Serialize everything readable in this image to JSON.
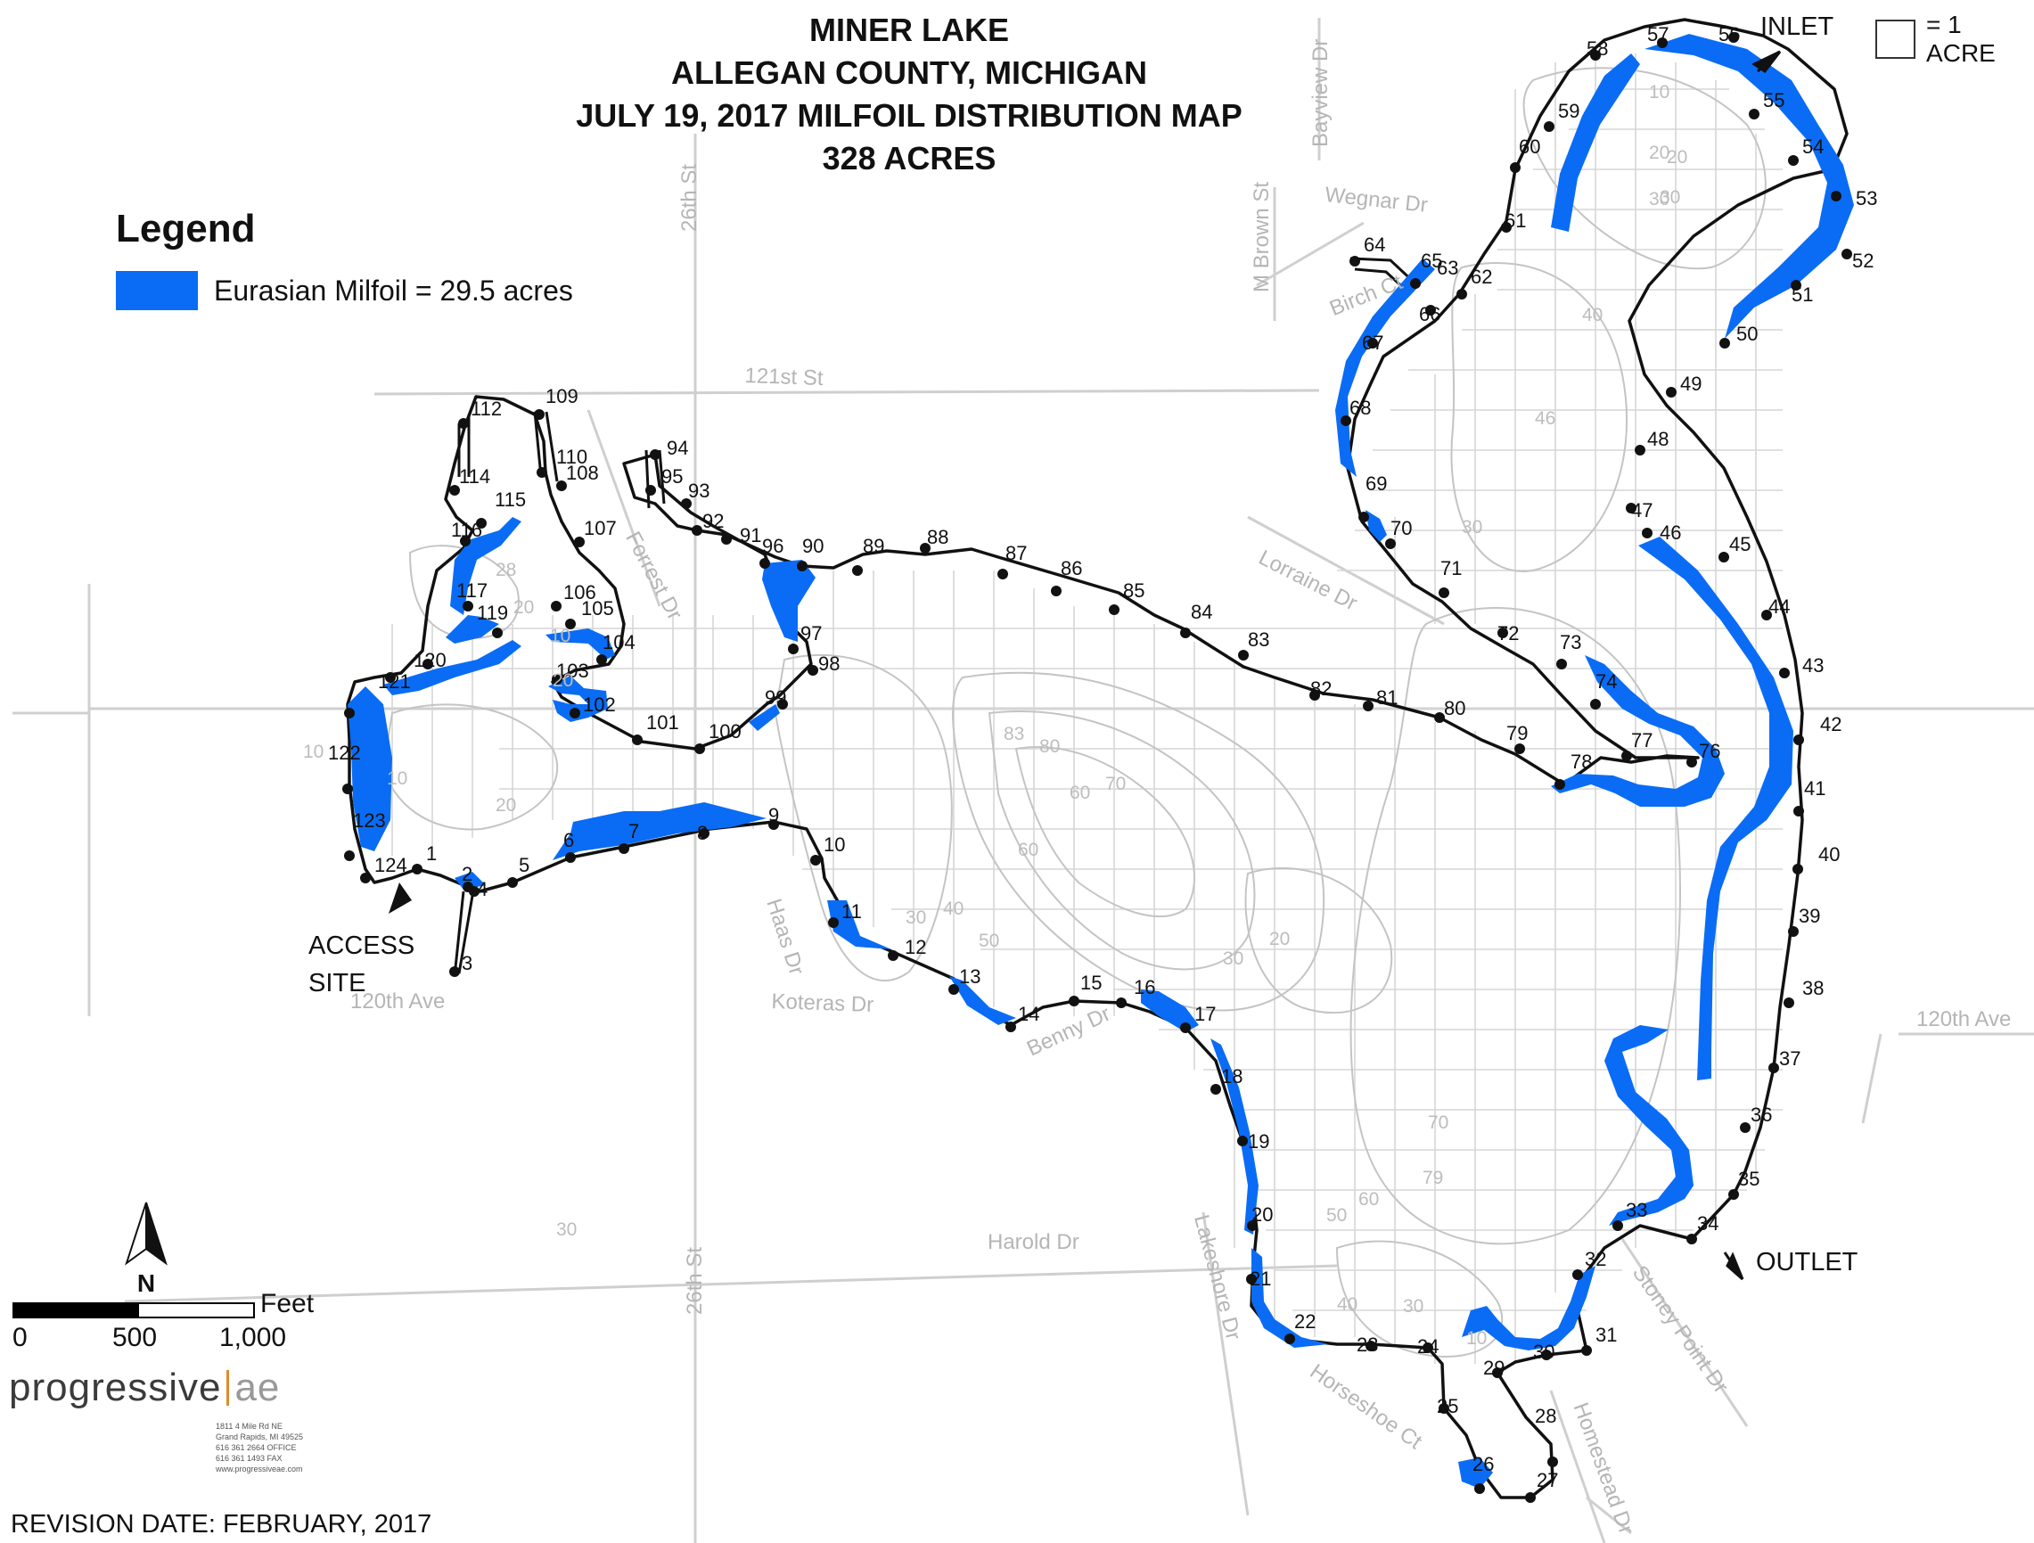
{
  "title": {
    "line1": "MINER LAKE",
    "line2": "ALLEGAN COUNTY, MICHIGAN",
    "line3": "JULY 19, 2017 MILFOIL DISTRIBUTION MAP",
    "line4": "328 ACRES"
  },
  "legend": {
    "title": "Legend",
    "item_label": "Eurasian Milfoil = 29.5 acres",
    "item_color": "#0a6cf5"
  },
  "acre_key": "= 1 ACRE",
  "access_site": {
    "line1": "ACCESS",
    "line2": "SITE"
  },
  "inlet_label": "INLET",
  "outlet_label": "OUTLET",
  "north_label": "N",
  "scale": {
    "unit": "Feet",
    "labels": [
      "0",
      "500",
      "1,000"
    ]
  },
  "logo": {
    "brand": "progressive",
    "suffix": "ae",
    "address": [
      "1811 4 Mile Rd NE",
      "Grand Rapids, MI 49525",
      "616 361 2664 OFFICE",
      "616 361 1493 FAX",
      "www.progressiveae.com"
    ]
  },
  "revision": "REVISION DATE: FEBRUARY, 2017",
  "roads": [
    "26th St",
    "121st St",
    "Bayview Dr",
    "Wegnar Dr",
    "M Brown St",
    "Birch Ct",
    "Forrest Dr",
    "Lorraine Dr",
    "Haas Dr",
    "Koteras Dr",
    "Benny Dr",
    "120th Ave",
    "120th Ave",
    "Harold Dr",
    "26th St",
    "Lakeshore Dr",
    "Horseshoe Ct",
    "Stoney Point Dr",
    "Homestead Dr"
  ],
  "depth_labels": [
    "10",
    "20",
    "30",
    "40",
    "46",
    "30",
    "28",
    "20",
    "10",
    "20",
    "10",
    "20",
    "10",
    "83",
    "80",
    "60",
    "70",
    "60",
    "30",
    "40",
    "50",
    "20",
    "30",
    "70",
    "79",
    "60",
    "50",
    "40",
    "30",
    "30",
    "10",
    "20",
    "30"
  ],
  "station_labels": [
    "1",
    "2",
    "3",
    "4",
    "5",
    "6",
    "7",
    "8",
    "9",
    "10",
    "11",
    "12",
    "13",
    "14",
    "15",
    "16",
    "17",
    "18",
    "19",
    "20",
    "21",
    "22",
    "23",
    "24",
    "25",
    "26",
    "27",
    "28",
    "29",
    "30",
    "31",
    "32",
    "33",
    "34",
    "35",
    "36",
    "37",
    "38",
    "39",
    "40",
    "41",
    "42",
    "43",
    "44",
    "45",
    "46",
    "47",
    "48",
    "49",
    "50",
    "51",
    "52",
    "53",
    "54",
    "55",
    "56",
    "57",
    "58",
    "59",
    "60",
    "61",
    "62",
    "63",
    "64",
    "65",
    "66",
    "67",
    "68",
    "69",
    "70",
    "71",
    "72",
    "73",
    "74",
    "76",
    "77",
    "78",
    "79",
    "80",
    "81",
    "82",
    "83",
    "84",
    "85",
    "86",
    "87",
    "88",
    "89",
    "90",
    "91",
    "92",
    "93",
    "94",
    "95",
    "96",
    "97",
    "98",
    "99",
    "100",
    "101",
    "102",
    "103",
    "104",
    "105",
    "106",
    "107",
    "108",
    "109",
    "110",
    "112",
    "114",
    "115",
    "116",
    "117",
    "119",
    "120",
    "121",
    "122",
    "123",
    "124"
  ],
  "colors": {
    "milfoil": "#0a6cf5",
    "shoreline": "#111111",
    "contour": "#c8c8c8",
    "grid": "#d4d4d4",
    "road_text": "#b8b8b8"
  }
}
